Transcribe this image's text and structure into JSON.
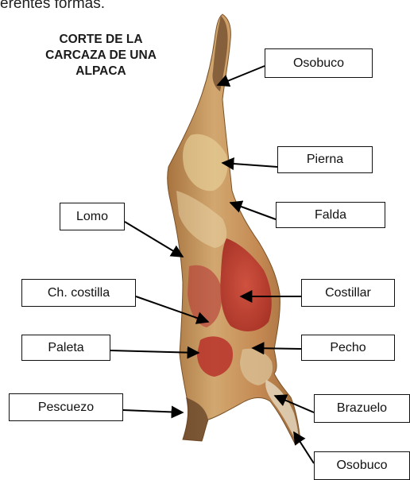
{
  "header_fragment": "erentes formas.",
  "title": {
    "line1": "CORTE DE LA",
    "line2": "CARCAZA DE UNA",
    "line3": "ALPACA"
  },
  "labels": {
    "osobuco_top": "Osobuco",
    "pierna": "Pierna",
    "falda": "Falda",
    "lomo": "Lomo",
    "ch_costilla": "Ch. costilla",
    "costillar": "Costillar",
    "paleta": "Paleta",
    "pecho": "Pecho",
    "pescuezo": "Pescuezo",
    "brazuelo": "Brazuelo",
    "osobuco_bottom": "Osobuco"
  },
  "colors": {
    "meat_red": "#b8322a",
    "meat_tan": "#c89a62",
    "fat_cream": "#e8d3a8",
    "arrow": "#000000"
  }
}
